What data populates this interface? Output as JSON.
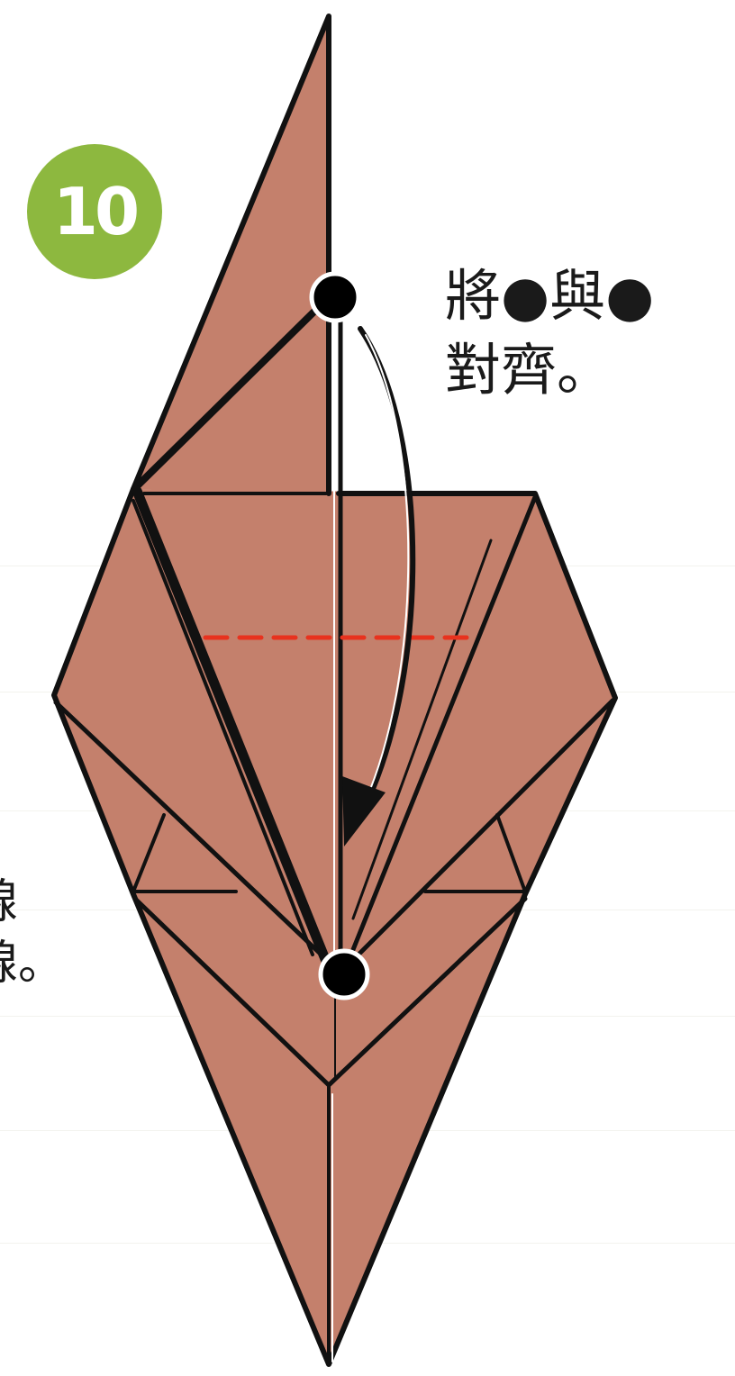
{
  "step": {
    "number": "10",
    "badge_color": "#8db83f"
  },
  "instruction": {
    "line1": "將●與●",
    "line2": "對齊。"
  },
  "side_note": {
    "line1": "線",
    "line2": "線。"
  },
  "colors": {
    "paper": "#c4806c",
    "outline": "#111111",
    "valley_fold": "#e8321e",
    "marker": "#000000"
  }
}
